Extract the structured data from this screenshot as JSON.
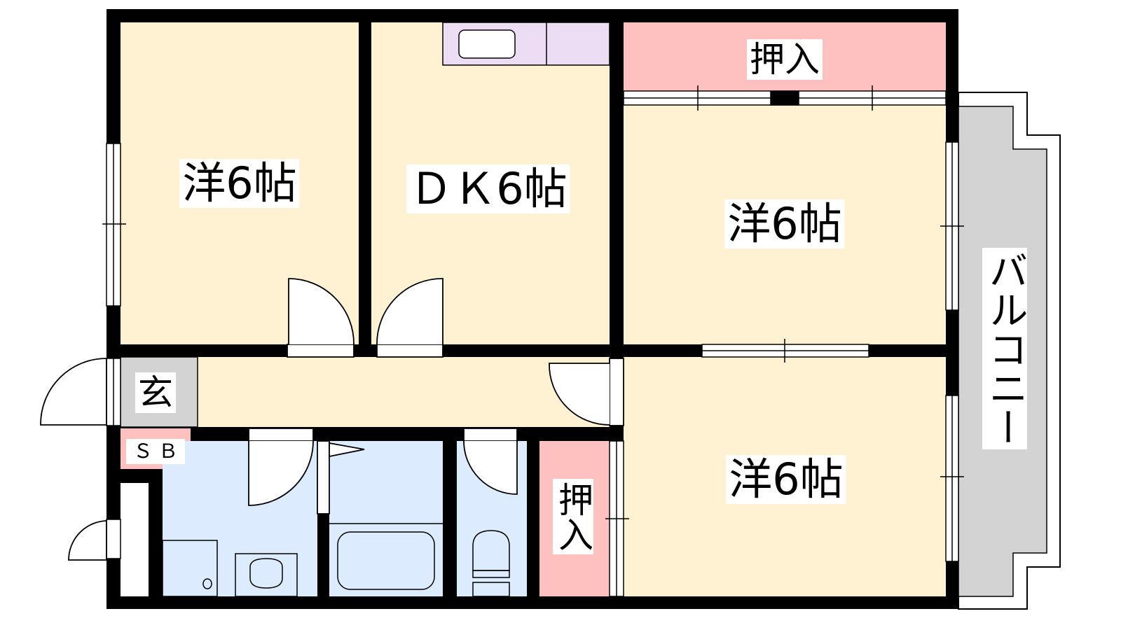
{
  "rooms": {
    "western_left": "洋6帖",
    "dining_kitchen": "ＤＫ6帖",
    "western_right_top": "洋6帖",
    "western_right_bottom": "洋6帖",
    "closet_top": "押入",
    "closet_small": "押入",
    "entrance": "玄",
    "shoe_box": "ＳＢ",
    "balcony": "バルコニー"
  },
  "colors": {
    "room": "#fff2d3",
    "closet": "#ffc0c0",
    "wet": "#dcecfe",
    "kitchen": "#ecdcf4",
    "entrance": "#d3d3d3",
    "balcony": "#d3d3d3",
    "wall": "#000000"
  }
}
